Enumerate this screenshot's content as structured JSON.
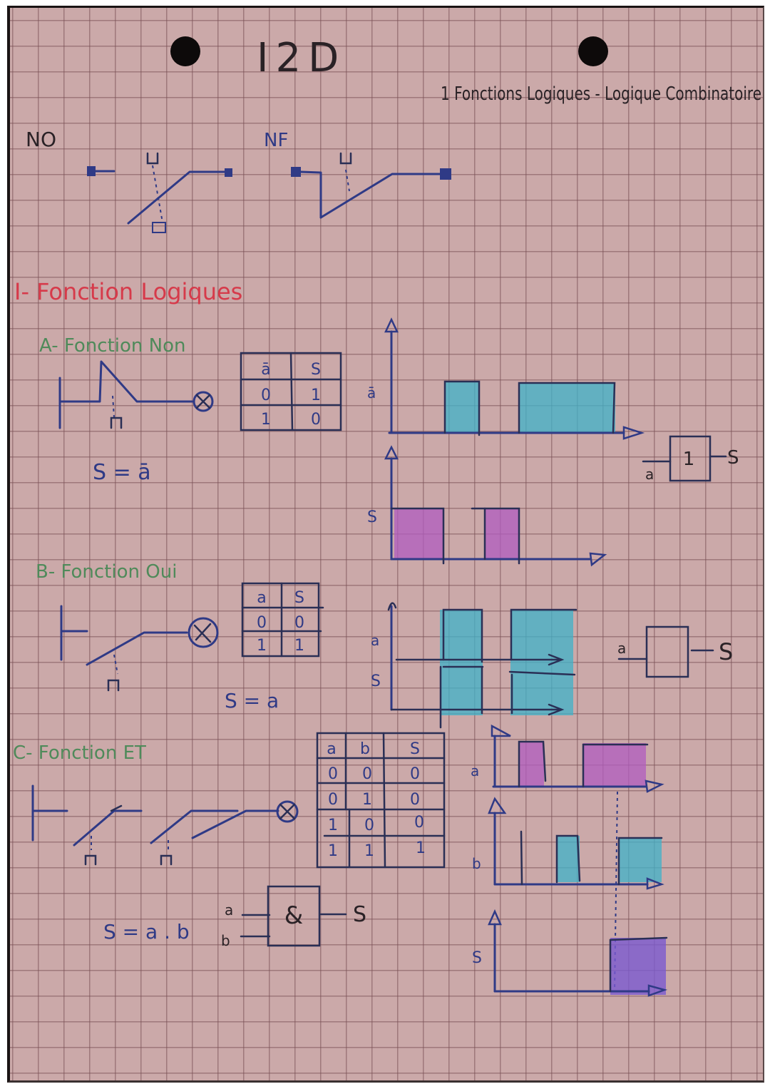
{
  "header": {
    "title": "I2D",
    "subtitle": "1 Fonctions Logiques - Logique Combinatoire"
  },
  "contacts": {
    "no_label": "NO",
    "nf_label": "NF"
  },
  "section": {
    "title": "I- Fonction Logiques"
  },
  "non": {
    "title": "A- Fonction Non",
    "equation": "S = ā",
    "table": {
      "headers": [
        "ā",
        "S"
      ],
      "rows": [
        [
          "0",
          "1"
        ],
        [
          "1",
          "0"
        ]
      ]
    },
    "gate": {
      "input": "a",
      "symbol": "1",
      "output": "S"
    },
    "chart_labels": {
      "top": "ā",
      "bottom": "S"
    }
  },
  "oui": {
    "title": "B- Fonction Oui",
    "equation": "S = a",
    "table": {
      "headers": [
        "a",
        "S"
      ],
      "rows": [
        [
          "0",
          "0"
        ],
        [
          "1",
          "1"
        ]
      ]
    },
    "gate": {
      "input": "a",
      "symbol": "",
      "output": "S"
    },
    "chart_labels": {
      "top": "a",
      "bottom": "S"
    }
  },
  "et": {
    "title": "C- Fonction ET",
    "equation": "S = a . b",
    "table": {
      "headers": [
        "a",
        "b",
        "S"
      ],
      "rows": [
        [
          "0",
          "0",
          "0"
        ],
        [
          "0",
          "1",
          "0"
        ],
        [
          "1",
          "0",
          "0"
        ],
        [
          "1",
          "1",
          "1"
        ]
      ]
    },
    "gate": {
      "input_a": "a",
      "input_b": "b",
      "symbol": "&",
      "output": "S"
    },
    "chart_labels": {
      "a": "a",
      "b": "b",
      "s": "S"
    }
  },
  "colors": {
    "paper": "#cba9a9",
    "ink_blue": "#2f3a86",
    "heading_red": "#d63a4a",
    "heading_green": "#4f8a5a",
    "highlight_cyan": "#3fb3c9",
    "highlight_purple": "#b05cc0",
    "highlight_violet": "#7a5ad0"
  },
  "chart_data": [
    {
      "type": "area",
      "title": "Fonction Non - chronogramme ā",
      "ylabel": "ā",
      "x_units": "grid squares",
      "segments_high": [
        [
          2,
          3.3
        ],
        [
          5,
          8.6
        ]
      ],
      "levels": [
        0,
        1
      ]
    },
    {
      "type": "area",
      "title": "Fonction Non - chronogramme S",
      "ylabel": "S",
      "segments_high": [
        [
          0,
          2
        ],
        [
          3.5,
          5
        ]
      ],
      "levels": [
        0,
        1
      ]
    },
    {
      "type": "area",
      "title": "Fonction Oui - chronogramme a / S",
      "ylabel": "a, S",
      "segments_high": [
        [
          2,
          3.5
        ],
        [
          5,
          7.5
        ]
      ],
      "levels": [
        0,
        1
      ]
    },
    {
      "type": "area",
      "title": "Fonction ET - chronogramme a",
      "ylabel": "a",
      "segments_high": [
        [
          1,
          2
        ],
        [
          3.5,
          6
        ]
      ],
      "levels": [
        0,
        1
      ]
    },
    {
      "type": "area",
      "title": "Fonction ET - chronogramme b",
      "ylabel": "b",
      "segments_high": [
        [
          2.4,
          3.3
        ],
        [
          5,
          6.5
        ]
      ],
      "levels": [
        0,
        1
      ]
    },
    {
      "type": "area",
      "title": "Fonction ET - chronogramme S",
      "ylabel": "S",
      "segments_high": [
        [
          4.5,
          6.5
        ]
      ],
      "levels": [
        0,
        1
      ]
    }
  ]
}
